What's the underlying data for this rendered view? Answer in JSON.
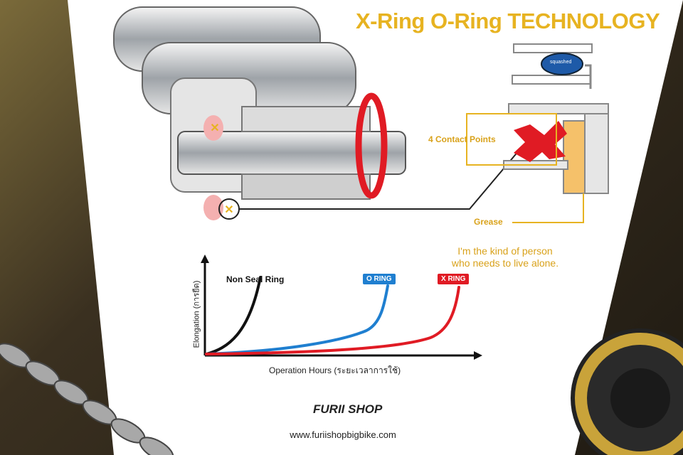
{
  "title": "X-Ring O-Ring TECHNOLOGY",
  "diagram": {
    "contact_points_label": "4 Contact Points",
    "grease_label": "Grease",
    "squashed_label": "squashed"
  },
  "quote": {
    "line1": "I'm the kind of person",
    "line2": "who needs to live alone."
  },
  "chart_data": {
    "type": "line",
    "title": "",
    "xlabel": "Operation Hours (ระยะเวลาการใช้)",
    "ylabel": "Elongation (การยืด)",
    "series": [
      {
        "name": "Non Seal Ring",
        "color": "#111111"
      },
      {
        "name": "O RING",
        "color": "#1f7fd0"
      },
      {
        "name": "X RING",
        "color": "#e01b24"
      }
    ]
  },
  "brand": {
    "logo_text": "FURII SHOP",
    "url": "www.furiishopbigbike.com"
  },
  "colors": {
    "accent_gold": "#e7b321",
    "seal_red": "#e01b24",
    "o_ring_blue": "#1f7fd0"
  }
}
